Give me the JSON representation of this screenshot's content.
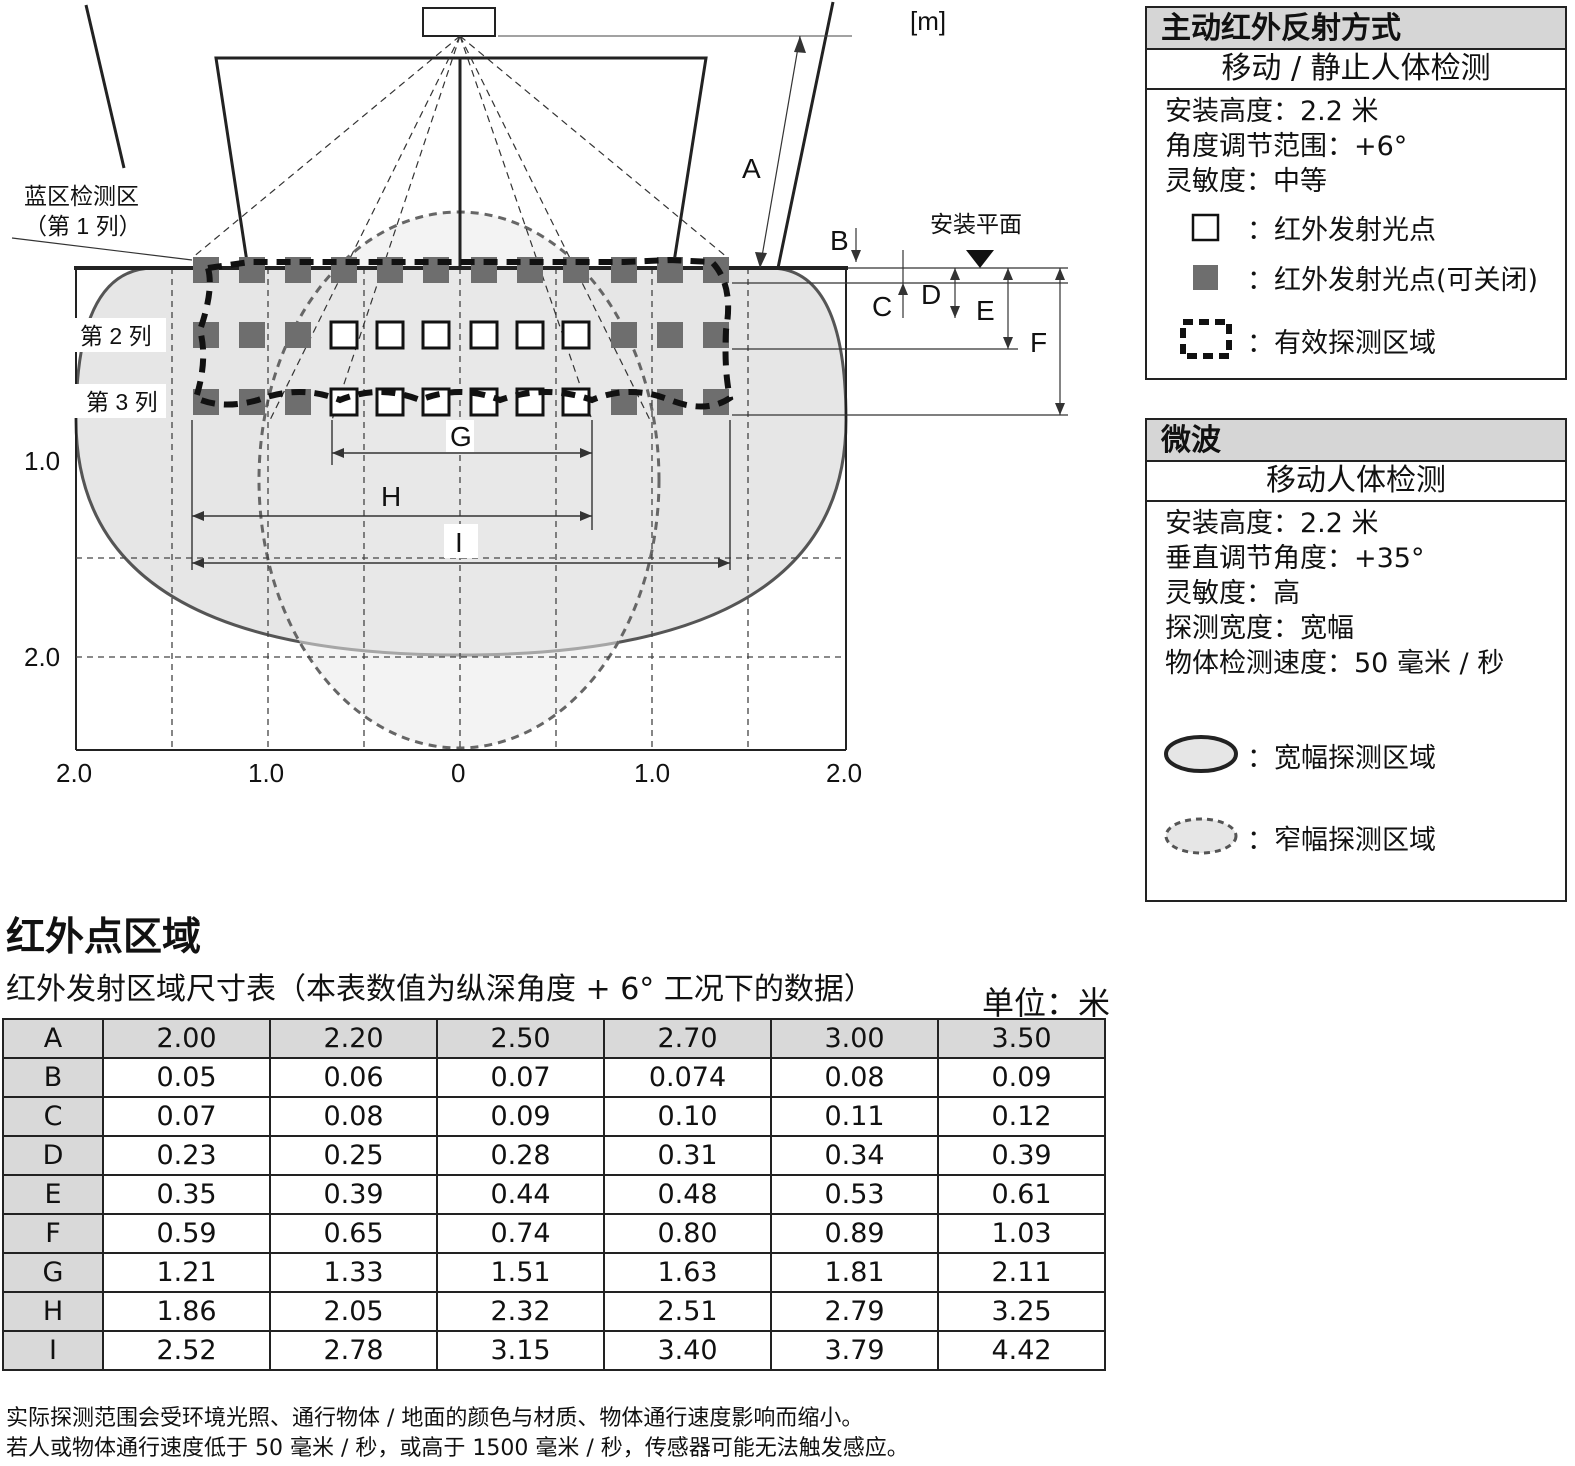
{
  "diagram": {
    "unit_mark": "[m]",
    "labels": {
      "A": "A",
      "B": "B",
      "C": "C",
      "D": "D",
      "E": "E",
      "F": "F",
      "G": "G",
      "H": "H",
      "I": "I"
    },
    "blue_zone_line1": "蓝区检测区",
    "blue_zone_line2": "（第 1 列）",
    "row2": "第 2 列",
    "row3": "第 3 列",
    "mount_plane": "安装平面",
    "y_ticks": [
      "1.0",
      "2.0"
    ],
    "x_ticks": [
      "2.0",
      "1.0",
      "0",
      "1.0",
      "2.0"
    ],
    "colors": {
      "zone_fill": "#e6e6e6",
      "grey_dot": "#6e6e6e"
    }
  },
  "legend_ir": {
    "title": "主动红外反射方式",
    "subtitle": "移动 / 静止人体检测",
    "lines": [
      "安装高度：2.2 米",
      "角度调节范围：+6°",
      "灵敏度：中等"
    ],
    "symbols": [
      {
        "icon": "hollow-square-icon",
        "text": "：红外发射光点"
      },
      {
        "icon": "grey-square-icon",
        "text": "：红外发射光点(可关闭)"
      },
      {
        "icon": "dashed-rect-icon",
        "text": "：有效探测区域"
      }
    ]
  },
  "legend_mw": {
    "title": "微波",
    "subtitle": "移动人体检测",
    "lines": [
      "安装高度：2.2 米",
      "垂直调节角度：+35°",
      "灵敏度：高",
      "探测宽度：宽幅",
      "物体检测速度：50 毫米 / 秒"
    ],
    "symbols": [
      {
        "icon": "wide-zone-icon",
        "text": "：宽幅探测区域"
      },
      {
        "icon": "narrow-zone-icon",
        "text": "：窄幅探测区域"
      }
    ]
  },
  "section_title": "红外点区域",
  "table_caption": "红外发射区域尺寸表（本表数值为纵深角度 + 6° 工况下的数据）",
  "unit_label": "单位：米",
  "table_rows": [
    [
      "A",
      "2.00",
      "2.20",
      "2.50",
      "2.70",
      "3.00",
      "3.50"
    ],
    [
      "B",
      "0.05",
      "0.06",
      "0.07",
      "0.074",
      "0.08",
      "0.09"
    ],
    [
      "C",
      "0.07",
      "0.08",
      "0.09",
      "0.10",
      "0.11",
      "0.12"
    ],
    [
      "D",
      "0.23",
      "0.25",
      "0.28",
      "0.31",
      "0.34",
      "0.39"
    ],
    [
      "E",
      "0.35",
      "0.39",
      "0.44",
      "0.48",
      "0.53",
      "0.61"
    ],
    [
      "F",
      "0.59",
      "0.65",
      "0.74",
      "0.80",
      "0.89",
      "1.03"
    ],
    [
      "G",
      "1.21",
      "1.33",
      "1.51",
      "1.63",
      "1.81",
      "2.11"
    ],
    [
      "H",
      "1.86",
      "2.05",
      "2.32",
      "2.51",
      "2.79",
      "3.25"
    ],
    [
      "I",
      "2.52",
      "2.78",
      "3.15",
      "3.40",
      "3.79",
      "4.42"
    ]
  ],
  "notes": [
    "实际探测范围会受环境光照、通行物体 / 地面的颜色与材质、物体通行速度影响而缩小。",
    "若人或物体通行速度低于 50 毫米 / 秒，或高于 1500 毫米 / 秒，传感器可能无法触发感应。"
  ]
}
